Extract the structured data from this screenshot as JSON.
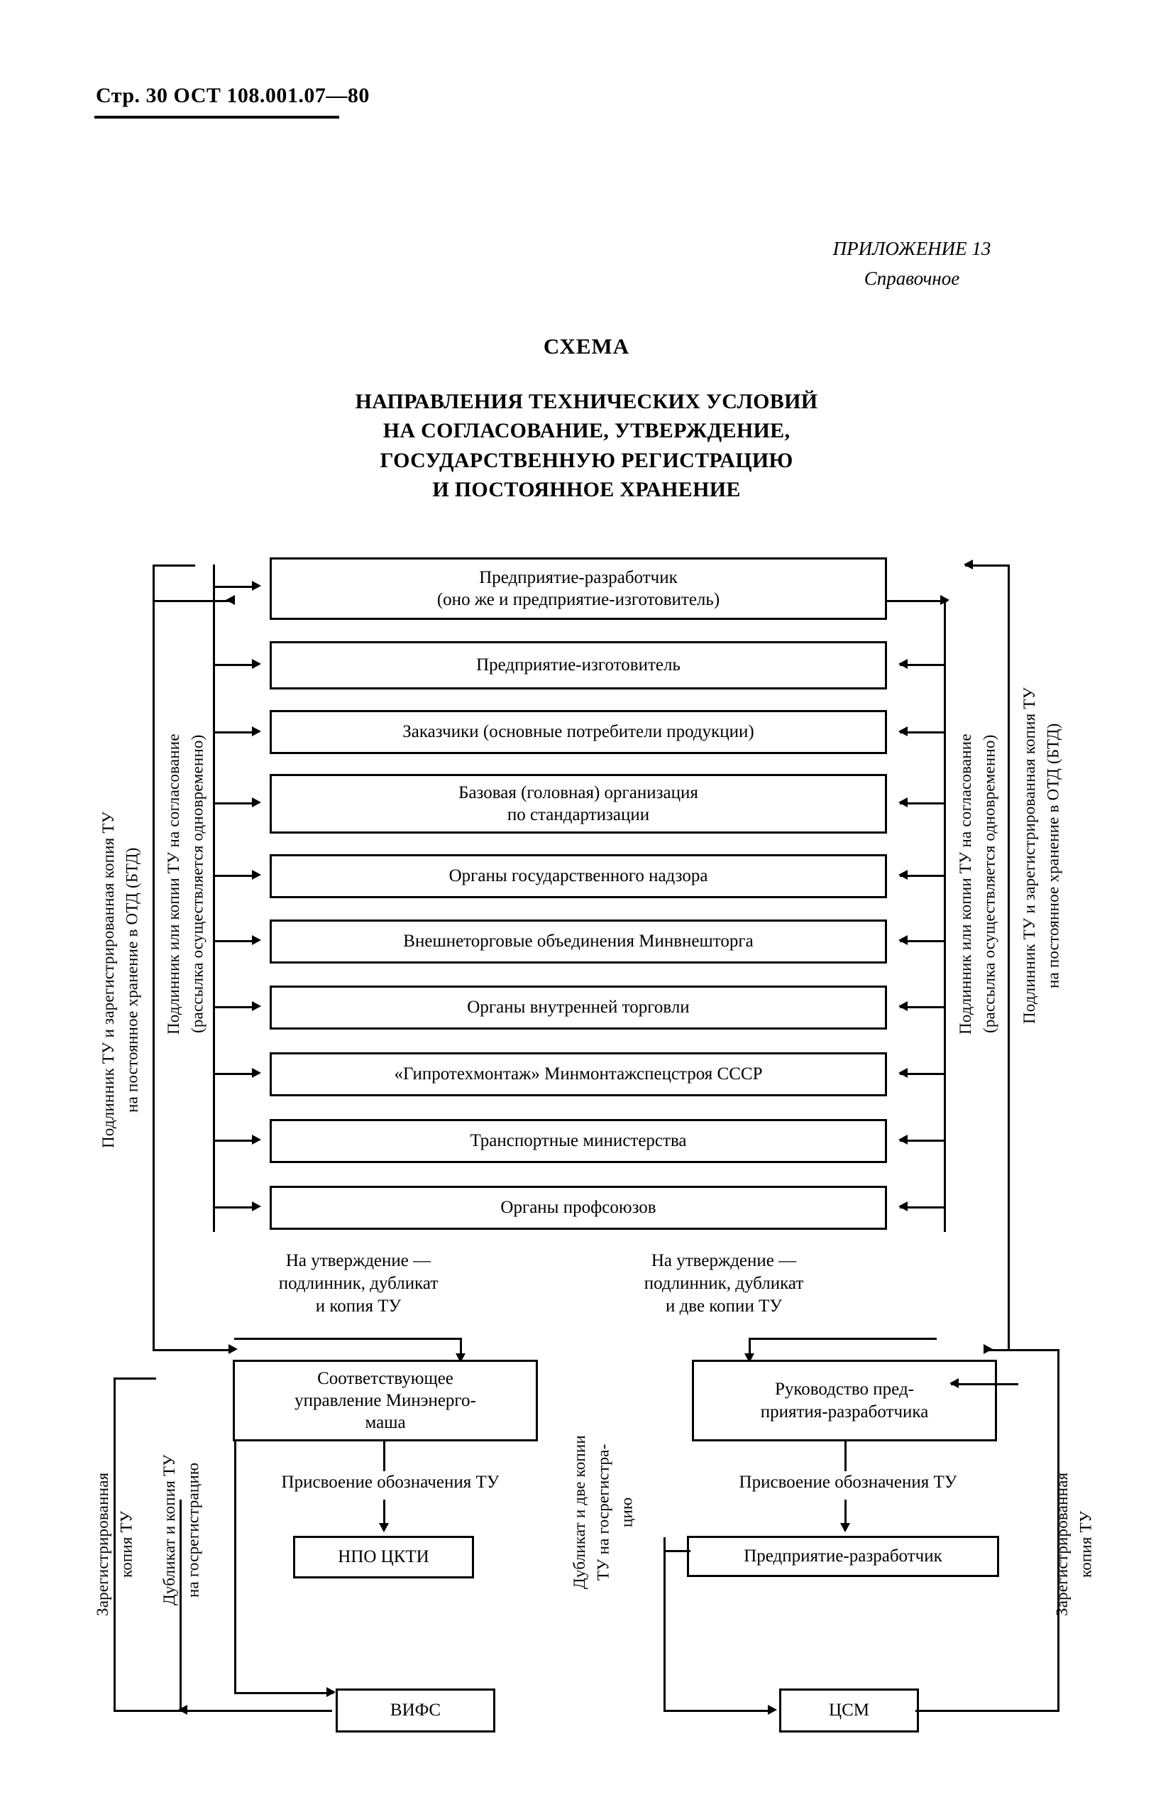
{
  "header": {
    "page_label": "Стр. 30",
    "standard": "ОСТ 108.001.07—80",
    "full": "Стр. 30  ОСТ 108.001.07—80"
  },
  "appendix": {
    "number_label": "ПРИЛОЖЕНИЕ 13",
    "kind": "Справочное"
  },
  "title": {
    "scheme_word": "СХЕМА",
    "line1": "НАПРАВЛЕНИЯ ТЕХНИЧЕСКИХ УСЛОВИЙ",
    "line2": "НА СОГЛАСОВАНИЕ, УТВЕРЖДЕНИЕ,",
    "line3": "ГОСУДАРСТВЕННУЮ РЕГИСТРАЦИЮ",
    "line4": "И ПОСТОЯННОЕ ХРАНЕНИЕ"
  },
  "chart_data": {
    "type": "diagram",
    "title": "СХЕМА НАПРАВЛЕНИЯ ТЕХНИЧЕСКИХ УСЛОВИЙ НА СОГЛАСОВАНИЕ, УТВЕРЖДЕНИЕ, ГОСУДАРСТВЕННУЮ РЕГИСТРАЦИЮ И ПОСТОЯННОЕ ХРАНЕНИЕ",
    "recipient_count": 10,
    "nodes": [
      "Предприятие-разработчик (оно же и предприятие-изготовитель)",
      "Предприятие-изготовитель",
      "Заказчики (основные потребители продукции)",
      "Базовая (головная) организация по стандартизации",
      "Органы государственного надзора",
      "Внешнеторговые объединения Минвнешторга",
      "Органы внутренней торговли",
      "«Гипротехмонтаж» Минмонтажспецстроя СССР",
      "Транспортные министерства",
      "Органы профсоюзов",
      "Соответствующее управление Минэнергомаша",
      "Руководство предприятия-разработчика",
      "НПО ЦКТИ",
      "ВИФС",
      "Предприятие-разработчик",
      "ЦСМ"
    ]
  },
  "recipients": [
    {
      "id": "developer-enterprise",
      "line1": "Предприятие-разработчик",
      "line2": "(оно же и предприятие-изготовитель)"
    },
    {
      "id": "manufacturer-enterprise",
      "line1": "Предприятие-изготовитель",
      "line2": ""
    },
    {
      "id": "customers",
      "line1": "Заказчики  (основные потребители продукции)",
      "line2": ""
    },
    {
      "id": "base-standardization-org",
      "line1": "Базовая  (головная)  организация",
      "line2": "по стандартизации"
    },
    {
      "id": "state-supervision-bodies",
      "line1": "Органы государственного надзора",
      "line2": ""
    },
    {
      "id": "foreign-trade-associations",
      "line1": "Внешнеторговые объединения Минвнешторга",
      "line2": ""
    },
    {
      "id": "internal-trade-bodies",
      "line1": "Органы внутренней торговли",
      "line2": ""
    },
    {
      "id": "giprotehmontazh",
      "line1": "«Гипротехмонтаж» Минмонтажспецстроя СССР",
      "line2": ""
    },
    {
      "id": "transport-ministries",
      "line1": "Транспортные министерства",
      "line2": ""
    },
    {
      "id": "trade-union-bodies",
      "line1": "Органы профсоюзов",
      "line2": ""
    }
  ],
  "side_labels": {
    "outer_left": "Подлинник ТУ и зарегистрированная копия ТУ\nна постоянное хранение в ОТД (БТД)",
    "inner_left": "Подлинник или копии ТУ на согласование\n(рассылка осуществляется одновременно)",
    "inner_right": "Подлинник или копии ТУ на согласование\n(рассылка осуществляется одновременно)",
    "outer_right": "Подлинник ТУ и зарегистрированная копия ТУ\nна постоянное хранение в ОТД (БТД)"
  },
  "approval_notes": {
    "left": "На утверждение —\nподлинник, дубликат\nи копия ТУ",
    "right": "На утверждение —\nподлинник, дубликат\nи две копии ТУ"
  },
  "lower": {
    "left_box": "Соответствующее\nуправление Минэнерго-\nмаша",
    "right_box": "Руководство пред-\nприятия-разработчика",
    "left_assign": "Присвоение обозначения ТУ",
    "right_assign": "Присвоение обозначения ТУ",
    "left_registrar": "НПО ЦКТИ",
    "left_archive": "ВИФС",
    "right_registrar": "Предприятие-разработчик",
    "right_archive": "ЦСМ"
  },
  "lower_labels": {
    "far_left": "Зарегистрированная\nкопия ТУ",
    "left_inner": "Дубликат и копия ТУ\nна госрегистрацию",
    "center": "Дубликат и две копии\nТУ на госрегистра-\nцию",
    "far_right": "Зарегистрированная\nкопия ТУ"
  },
  "colors": {
    "ink": "#000000",
    "paper": "#ffffff"
  }
}
